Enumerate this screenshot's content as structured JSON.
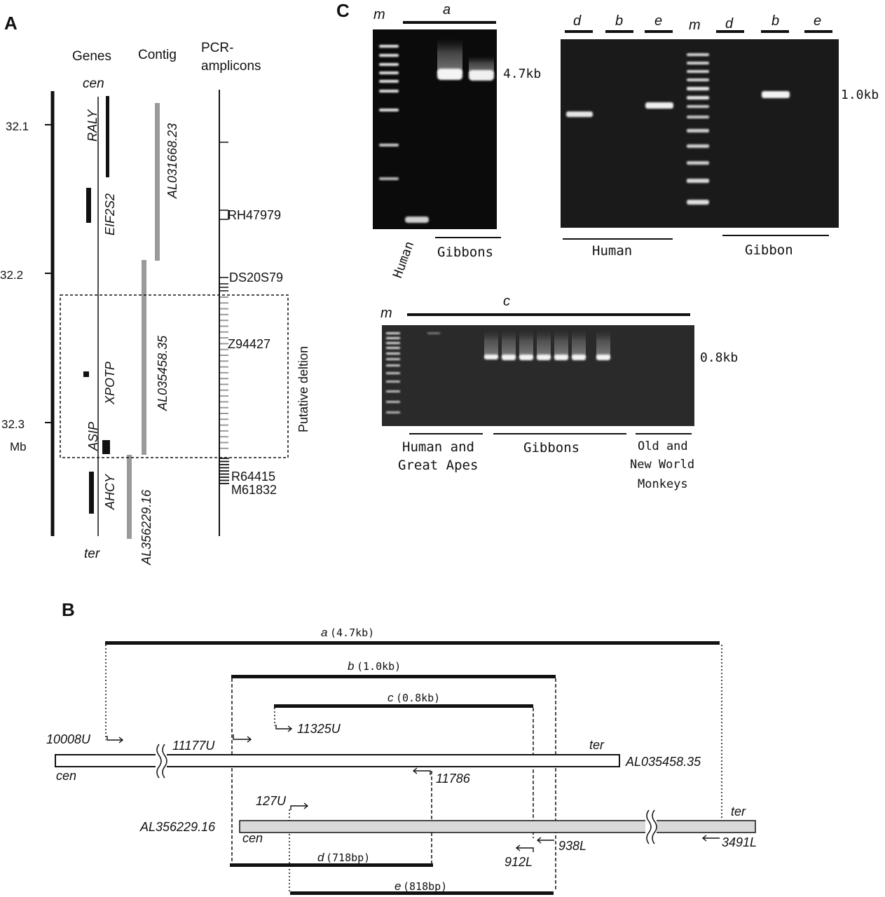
{
  "colors": {
    "ink": "#111111",
    "contig_grey": "#9a9a9a",
    "clone_fill": "#d9d9d9",
    "gel_background": "#0b0b0b",
    "band": "#f4f4f4"
  },
  "panelA": {
    "letter": "A",
    "col_genes": "Genes",
    "col_contig": "Contig",
    "col_pcr_1": "PCR-",
    "col_pcr_2": "amplicons",
    "cen": "cen",
    "ter": "ter",
    "ticks": [
      "32.1",
      "32.2",
      "32.3"
    ],
    "unit": "Mb",
    "genes": [
      "RALY",
      "EIF2S2",
      "XPOTP",
      "ASIP",
      "AHCY"
    ],
    "contigs": [
      "AL031668.23",
      "AL035458.35",
      "AL356229.16"
    ],
    "markers": [
      "RH47979",
      "DS20S79",
      "Z94427",
      "R64415",
      "M61832"
    ],
    "deletion_label": "Putative deltion"
  },
  "panelB": {
    "letter": "B",
    "amplicon_names": [
      "a",
      "b",
      "c",
      "d",
      "e"
    ],
    "amplicon_sizes": [
      "(4.7kb)",
      "(1.0kb)",
      "(0.8kb)",
      "(718bp)",
      "(818bp)"
    ],
    "primers": [
      "10008U",
      "11177U",
      "11325U",
      "11786",
      "127U",
      "912L",
      "938L",
      "3491L"
    ],
    "clone_top": "AL035458.35",
    "clone_bottom": "AL356229.16",
    "cen": "cen",
    "ter": "ter"
  },
  "panelC": {
    "letter": "C",
    "marker_lane": "m",
    "gel1_primer": "a",
    "gel1_size": "4.7kb",
    "gel1_groups": [
      "Human",
      "Gibbons"
    ],
    "gel2_primers": [
      "d",
      "b",
      "e",
      "d",
      "b",
      "e"
    ],
    "gel2_size": "1.0kb",
    "gel2_groups": [
      "Human",
      "Gibbon"
    ],
    "gel3_primer": "c",
    "gel3_size": "0.8kb",
    "gel3_group1": [
      "Human and",
      "Great Apes"
    ],
    "gel3_group2": "Gibbons",
    "gel3_group3": [
      "Old and",
      "New World",
      "Monkeys"
    ]
  }
}
